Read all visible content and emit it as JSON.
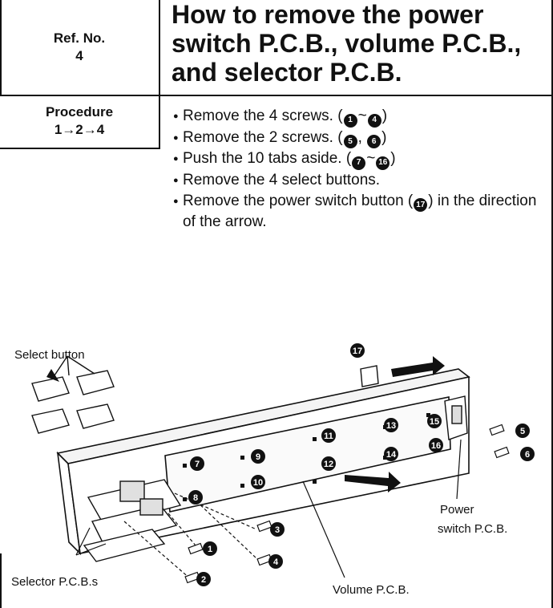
{
  "ref": {
    "label": "Ref. No.",
    "number": "4"
  },
  "title": "How to remove the power switch P.C.B., volume P.C.B., and selector P.C.B.",
  "procedure": {
    "label": "Procedure",
    "sequence": "1→2→4"
  },
  "steps": [
    {
      "pre": "Remove the 4 screws. (",
      "marks": [
        "1",
        "4"
      ],
      "sep": "~",
      "post": ")"
    },
    {
      "pre": "Remove the 2 screws. (",
      "marks": [
        "5",
        "6"
      ],
      "sep": ", ",
      "post": ")"
    },
    {
      "pre": "Push the 10 tabs aside. (",
      "marks": [
        "7",
        "16"
      ],
      "sep": "~",
      "post": ")"
    },
    {
      "pre": "Remove the 4 select buttons.",
      "marks": [],
      "sep": "",
      "post": ""
    },
    {
      "pre": "Remove the power switch button (",
      "marks": [
        "17"
      ],
      "sep": "",
      "post": ") in the direction of the arrow."
    }
  ],
  "figure": {
    "labels": {
      "select_button": "Select button",
      "selector_pcbs": "Selector P.C.B.s",
      "volume_pcb": "Volume P.C.B.",
      "power_switch_line1": "Power",
      "power_switch_line2": "switch P.C.B."
    },
    "callouts": [
      "1",
      "2",
      "3",
      "4",
      "5",
      "6",
      "7",
      "8",
      "9",
      "10",
      "11",
      "12",
      "13",
      "14",
      "15",
      "16",
      "17"
    ]
  }
}
